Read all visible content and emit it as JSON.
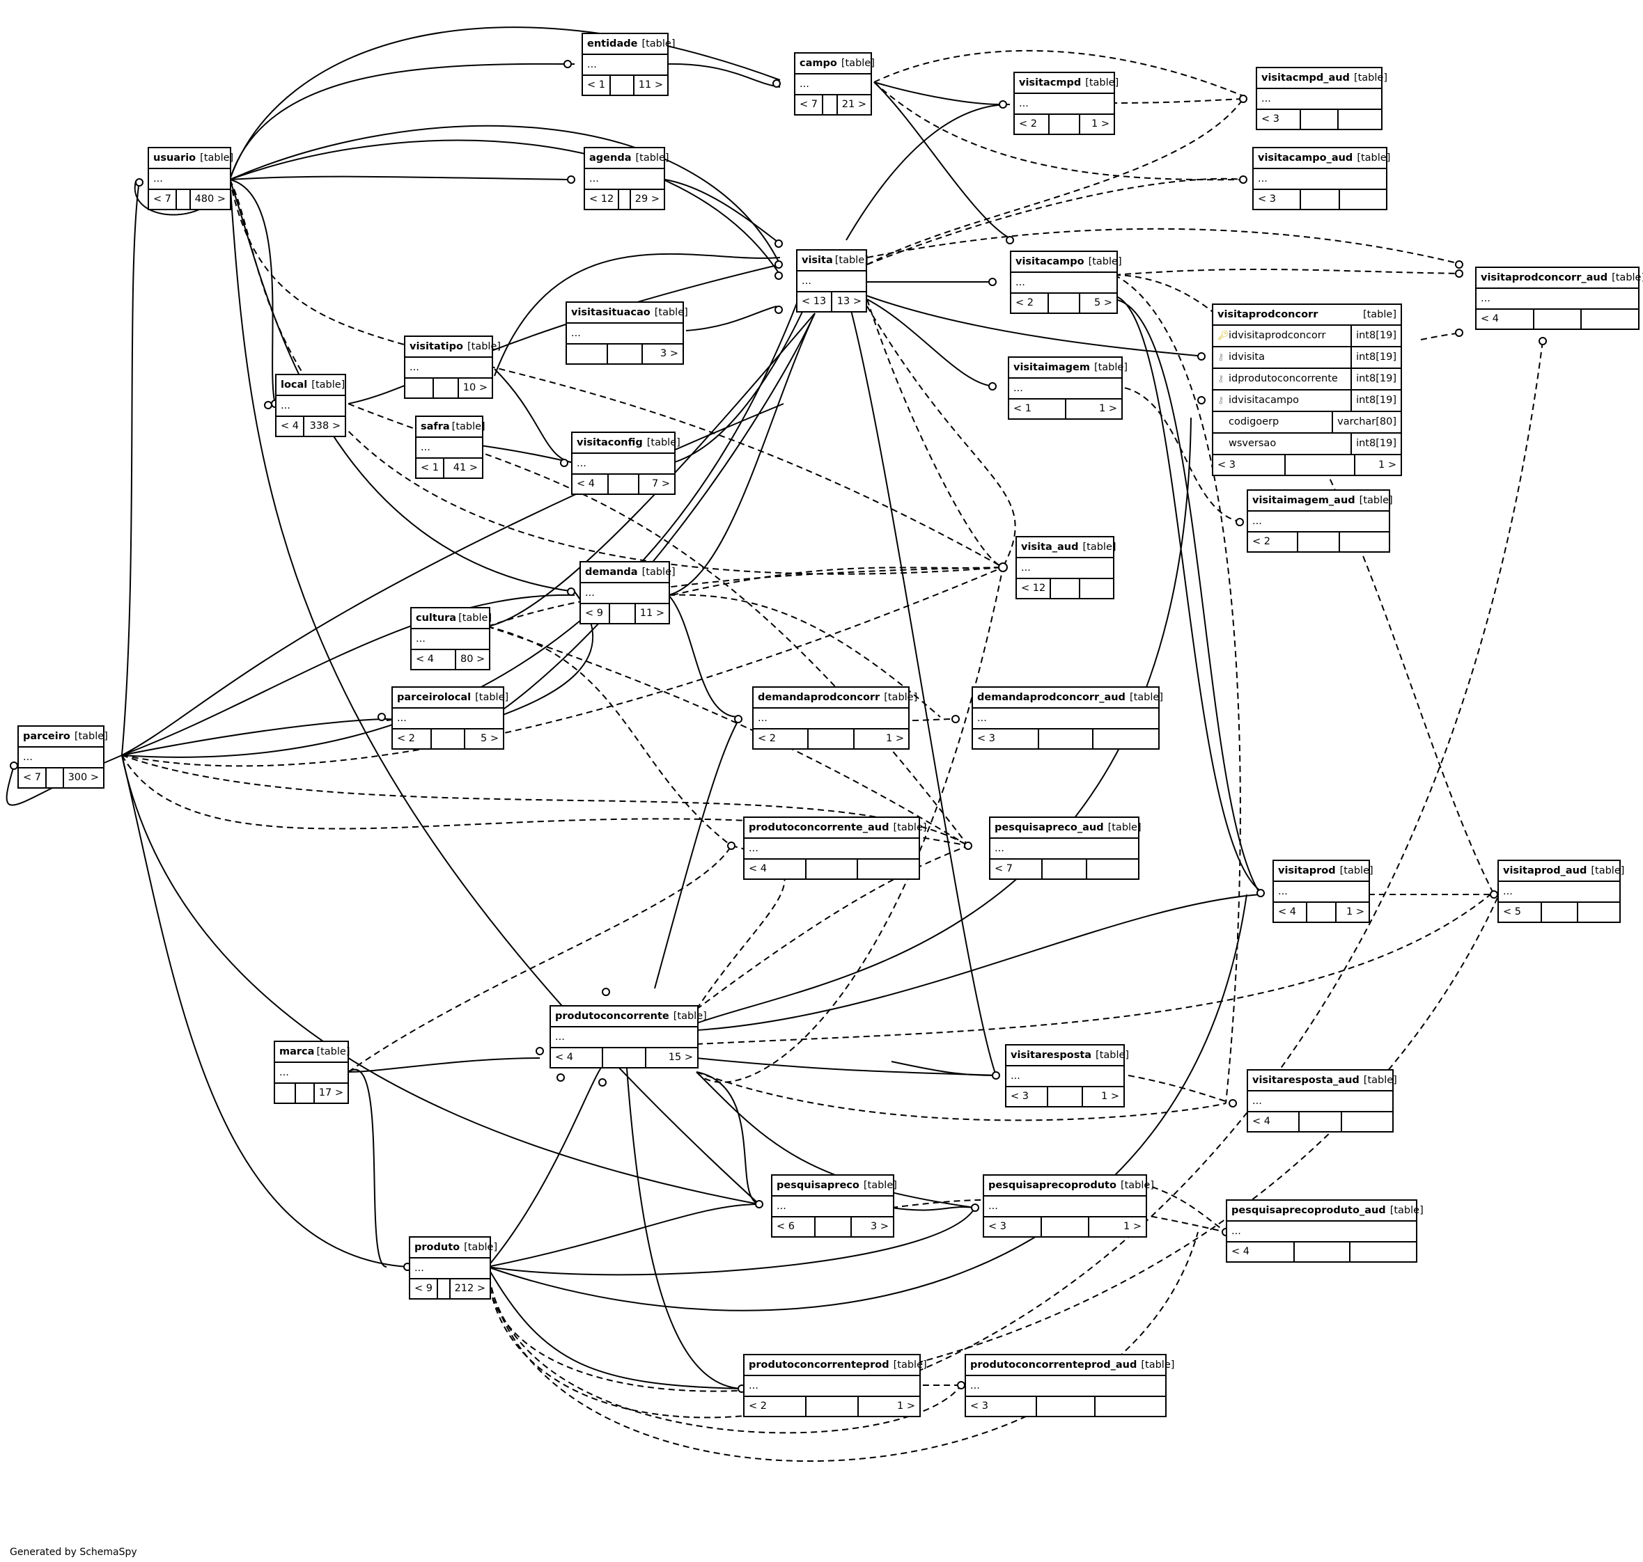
{
  "tag": "[table]",
  "footer": "Generated by SchemaSpy",
  "tables": {
    "entidade": {
      "name": "entidade",
      "foot": [
        "< 1",
        "",
        "11 >"
      ]
    },
    "campo": {
      "name": "campo",
      "foot": [
        "< 7",
        "",
        "21 >"
      ]
    },
    "visitacmpd": {
      "name": "visitacmpd",
      "foot": [
        "< 2",
        "",
        "1 >"
      ]
    },
    "visitacmpd_aud": {
      "name": "visitacmpd_aud",
      "foot": [
        "< 3",
        "",
        ""
      ]
    },
    "usuario": {
      "name": "usuario",
      "foot": [
        "< 7",
        "",
        "480 >"
      ]
    },
    "agenda": {
      "name": "agenda",
      "foot": [
        "< 12",
        "",
        "29 >"
      ]
    },
    "visitacampo_aud": {
      "name": "visitacampo_aud",
      "foot": [
        "< 3",
        "",
        ""
      ]
    },
    "visita": {
      "name": "visita",
      "foot": [
        "< 13",
        "13 >"
      ]
    },
    "visitacampo": {
      "name": "visitacampo",
      "foot": [
        "< 2",
        "",
        "5 >"
      ]
    },
    "visitaprodconcorr_aud": {
      "name": "visitaprodconcorr_aud",
      "foot": [
        "< 4",
        "",
        ""
      ]
    },
    "visitasituacao": {
      "name": "visitasituacao",
      "foot": [
        "",
        "",
        "3 >"
      ]
    },
    "visitatipo": {
      "name": "visitatipo",
      "foot": [
        "",
        "",
        "10 >"
      ]
    },
    "local": {
      "name": "local",
      "foot": [
        "< 4",
        "338 >"
      ]
    },
    "visitaimagem": {
      "name": "visitaimagem",
      "foot": [
        "< 1",
        "1 >"
      ]
    },
    "safra": {
      "name": "safra",
      "foot": [
        "< 1",
        "41 >"
      ]
    },
    "visitaconfig": {
      "name": "visitaconfig",
      "foot": [
        "< 4",
        "",
        "7 >"
      ]
    },
    "visitaimagem_aud": {
      "name": "visitaimagem_aud",
      "foot": [
        "< 2",
        "",
        ""
      ]
    },
    "visita_aud": {
      "name": "visita_aud",
      "foot": [
        "< 12",
        "",
        ""
      ]
    },
    "demanda": {
      "name": "demanda",
      "foot": [
        "< 9",
        "",
        "11 >"
      ]
    },
    "cultura": {
      "name": "cultura",
      "foot": [
        "< 4",
        "80 >"
      ]
    },
    "parceirolocal": {
      "name": "parceirolocal",
      "foot": [
        "< 2",
        "",
        "5 >"
      ]
    },
    "demandaprodconcorr": {
      "name": "demandaprodconcorr",
      "foot": [
        "< 2",
        "",
        "1 >"
      ]
    },
    "demandaprodconcorr_aud": {
      "name": "demandaprodconcorr_aud",
      "foot": [
        "< 3",
        "",
        ""
      ]
    },
    "parceiro": {
      "name": "parceiro",
      "foot": [
        "< 7",
        "",
        "300 >"
      ]
    },
    "produtoconcorrente_aud": {
      "name": "produtoconcorrente_aud",
      "foot": [
        "< 4",
        "",
        ""
      ]
    },
    "pesquisapreco_aud": {
      "name": "pesquisapreco_aud",
      "foot": [
        "< 7",
        "",
        ""
      ]
    },
    "visitaprod": {
      "name": "visitaprod",
      "foot": [
        "< 4",
        "",
        "1 >"
      ]
    },
    "visitaprod_aud": {
      "name": "visitaprod_aud",
      "foot": [
        "< 5",
        "",
        ""
      ]
    },
    "produtoconcorrente": {
      "name": "produtoconcorrente",
      "foot": [
        "< 4",
        "",
        "15 >"
      ]
    },
    "marca": {
      "name": "marca",
      "foot": [
        "",
        "",
        "17 >"
      ]
    },
    "visitaresposta": {
      "name": "visitaresposta",
      "foot": [
        "< 3",
        "",
        "1 >"
      ]
    },
    "visitaresposta_aud": {
      "name": "visitaresposta_aud",
      "foot": [
        "< 4",
        "",
        ""
      ]
    },
    "pesquisapreco": {
      "name": "pesquisapreco",
      "foot": [
        "< 6",
        "",
        "3 >"
      ]
    },
    "pesquisaprecoproduto": {
      "name": "pesquisaprecoproduto",
      "foot": [
        "< 3",
        "",
        "1 >"
      ]
    },
    "pesquisaprecoproduto_aud": {
      "name": "pesquisaprecoproduto_aud",
      "foot": [
        "< 4",
        "",
        ""
      ]
    },
    "produto": {
      "name": "produto",
      "foot": [
        "< 9",
        "",
        "212 >"
      ]
    },
    "produtoconcorrenteprod": {
      "name": "produtoconcorrenteprod",
      "foot": [
        "< 2",
        "",
        "1 >"
      ]
    },
    "produtoconcorrenteprod_aud": {
      "name": "produtoconcorrenteprod_aud",
      "foot": [
        "< 3",
        "",
        ""
      ]
    }
  },
  "focus": {
    "name": "visitaprodconcorr",
    "columns": [
      {
        "name": "idvisitaprodconcorr",
        "type": "int8[19]",
        "key": "pk"
      },
      {
        "name": "idvisita",
        "type": "int8[19]",
        "key": "fk"
      },
      {
        "name": "idprodutoconcorrente",
        "type": "int8[19]",
        "key": "fk"
      },
      {
        "name": "idvisitacampo",
        "type": "int8[19]",
        "key": "fk"
      },
      {
        "name": "codigoerp",
        "type": "varchar[80]",
        "key": ""
      },
      {
        "name": "wsversao",
        "type": "int8[19]",
        "key": ""
      }
    ],
    "foot": [
      "< 3",
      "",
      "1 >"
    ]
  }
}
